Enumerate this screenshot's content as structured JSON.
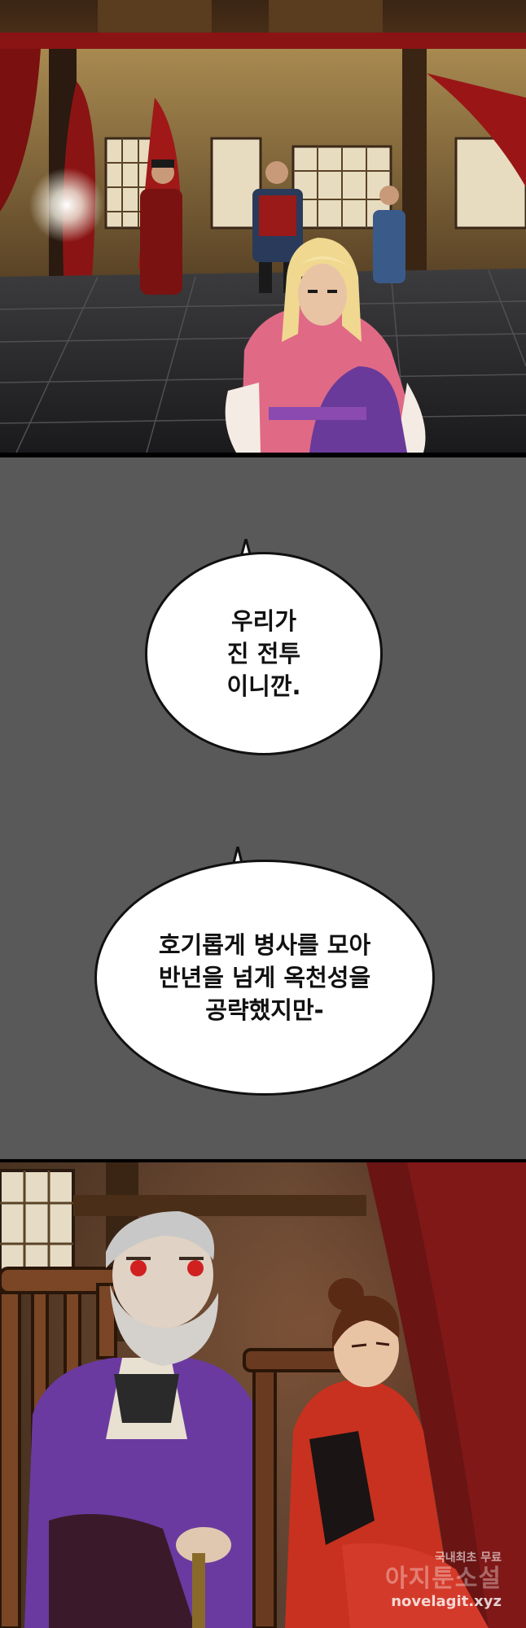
{
  "bubbles": [
    {
      "lines": [
        "우리가",
        "진 전투",
        "이니깐."
      ]
    },
    {
      "lines": [
        "호기롭게 병사를 모아",
        "반년을 넘게 옥천성을",
        "공략했지만-"
      ]
    }
  ],
  "watermark": {
    "top_text": "국내최초 무료",
    "brand": "아지툰소설",
    "url": "novelagit.xyz"
  },
  "colors": {
    "gutter": "#595959",
    "bubble_fill": "#ffffff",
    "bubble_stroke": "#111111",
    "curtain_red": "#8a1414",
    "robe_pink": "#e06a86",
    "robe_purple": "#6a3a9a",
    "robe_red": "#c8311f"
  }
}
